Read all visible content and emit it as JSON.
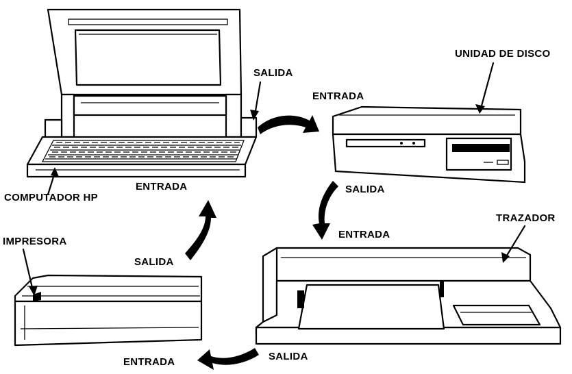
{
  "labels": {
    "computer": "COMPUTADOR HP",
    "disk": "UNIDAD DE DISCO",
    "plotter": "TRAZADOR",
    "printer": "IMPRESORA"
  },
  "flow": {
    "computer_out": "SALIDA",
    "disk_in": "ENTRADA",
    "disk_out": "SALIDA",
    "plotter_in": "ENTRADA",
    "plotter_out": "SALIDA",
    "printer_in": "ENTRADA",
    "printer_out": "SALIDA",
    "computer_in": "ENTRADA"
  }
}
